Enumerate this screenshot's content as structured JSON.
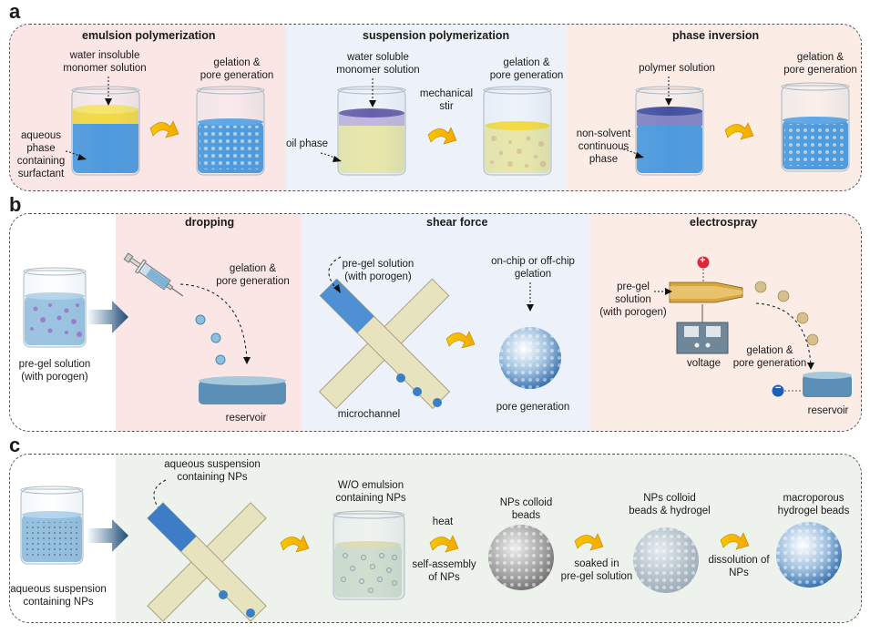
{
  "panels": [
    {
      "label": "a",
      "sections": [
        {
          "title": "emulsion polymerization",
          "annotations": {
            "top": "water insoluble\nmonomer solution",
            "side": "aqueous\nphase\ncontaining\nsurfactant",
            "result": "gelation &\npore generation"
          },
          "colors": {
            "bg": "#fbe6e6",
            "liquid": "#2a86d8",
            "top_layer": "#f6d21c"
          }
        },
        {
          "title": "suspension polymerization",
          "annotations": {
            "top": "water soluble\nmonomer solution",
            "middle": "mechanical\nstir",
            "side": "oil phase",
            "result": "gelation &\npore generation"
          },
          "colors": {
            "bg": "#edf2fa",
            "liquid": "#e6e39a",
            "top_layer": "#4b3f9a"
          }
        },
        {
          "title": "phase inversion",
          "annotations": {
            "top": "polymer solution",
            "side": "non-solvent\ncontinuous\nphase",
            "result": "gelation &\npore generation"
          },
          "colors": {
            "bg": "#fbece6",
            "liquid": "#2a86d8",
            "top_layer": "#1f2d8c"
          }
        }
      ]
    },
    {
      "label": "b",
      "start": {
        "caption": "pre-gel solution\n(with porogen)"
      },
      "sections": [
        {
          "title": "dropping",
          "annotations": {
            "path": "gelation &\npore generation",
            "target": "reservoir"
          },
          "colors": {
            "bg": "#fbe6e6"
          }
        },
        {
          "title": "shear force",
          "annotations": {
            "input": "pre-gel solution\n(with porogen)",
            "device": "microchannel",
            "process": "on-chip or off-chip\ngelation",
            "result": "pore generation"
          },
          "colors": {
            "bg": "#edf2fa"
          }
        },
        {
          "title": "electrospray",
          "annotations": {
            "input": "pre-gel\nsolution\n(with porogen)",
            "device": "voltage",
            "path": "gelation &\npore generation",
            "target": "reservoir",
            "positive": "+",
            "negative": "−"
          },
          "colors": {
            "bg": "#fbece6"
          }
        }
      ]
    },
    {
      "label": "c",
      "colors": {
        "bg": "#eef2ec"
      },
      "steps": [
        {
          "caption": "aqueous suspension\ncontaining NPs"
        },
        {
          "caption": "aqueous suspension\ncontaining NPs"
        },
        {
          "caption": "W/O emulsion\ncontaining NPs"
        },
        {
          "caption": "NPs colloid\nbeads",
          "arrow_top": "heat",
          "arrow_bottom": "self-assembly\nof NPs"
        },
        {
          "caption": "NPs colloid\nbeads & hydrogel",
          "arrow_bottom": "soaked in\npre-gel solution"
        },
        {
          "caption": "macroporous\nhydrogel beads",
          "arrow_bottom": "dissolution of\nNPs"
        }
      ]
    }
  ]
}
